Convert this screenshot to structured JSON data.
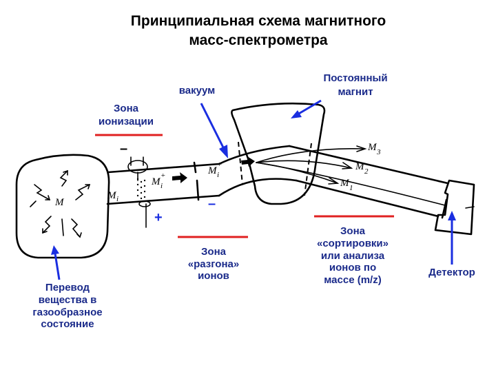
{
  "title": {
    "line1": "Принципиальная схема магнитного",
    "line2": "масс-спектрометра"
  },
  "labels": {
    "magnet": [
      "Постоянный",
      "магнит"
    ],
    "vacuum": "вакуум",
    "ionization": [
      "Зона",
      "ионизации"
    ],
    "acceleration": [
      "Зона",
      "«разгона»",
      "ионов"
    ],
    "sorting": [
      "Зона",
      "«сортировки»",
      "или анализа",
      "ионов по",
      "массе (m/z)"
    ],
    "detector": "Детектор",
    "gasification": [
      "Перевод",
      "вещества в",
      "газообразное",
      "состояние"
    ]
  },
  "signs": {
    "minus_ionization": "–",
    "plus": "+",
    "minus_acceleration": "–"
  },
  "handwritten": {
    "molecule": "M",
    "ion_chamber": "M",
    "ion_chamber_sub": "i",
    "ion_after_grid": "M",
    "ion_after_grid_sub": "i",
    "ion_after_grid_sup": "+",
    "ion_accel": "M",
    "ion_accel_sub": "i",
    "ion_accel_sup": "+",
    "m3": "M",
    "m3_sub": "3",
    "m2": "M",
    "m2_sub": "2",
    "m1": "M",
    "m1_sub": "1"
  },
  "colors": {
    "zone_bar": "#e02020",
    "arrow": "#1a2ee0",
    "label_text": "#1a2a8a",
    "ink": "#000000"
  }
}
